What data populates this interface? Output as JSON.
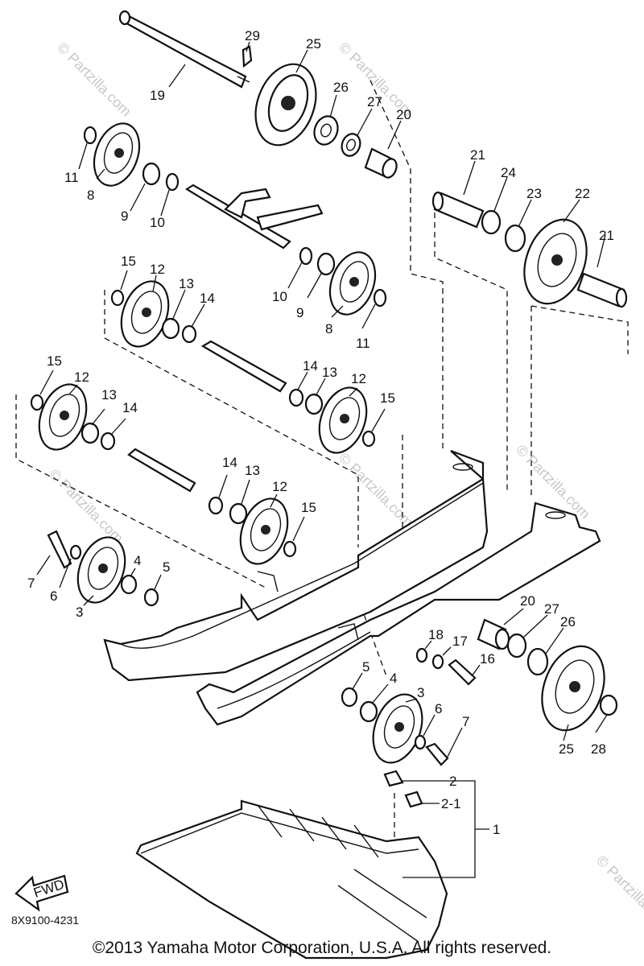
{
  "diagram": {
    "watermark": "© Partzilla.com",
    "fwd_label": "FWD",
    "drawing_code": "8X9100-4231",
    "copyright": "©2013 Yamaha Motor Corporation, U.S.A. All rights reserved.",
    "callouts": {
      "n1": "1",
      "n2": "2",
      "n2_1": "2-1",
      "n3a": "3",
      "n3b": "3",
      "n4a": "4",
      "n4b": "4",
      "n5a": "5",
      "n5b": "5",
      "n6a": "6",
      "n6b": "6",
      "n7a": "7",
      "n7b": "7",
      "n8a": "8",
      "n8b": "8",
      "n9a": "9",
      "n9b": "9",
      "n10a": "10",
      "n10b": "10",
      "n11a": "11",
      "n11b": "11",
      "n12a": "12",
      "n12b": "12",
      "n12c": "12",
      "n12d": "12",
      "n13a": "13",
      "n13b": "13",
      "n13c": "13",
      "n13d": "13",
      "n14a": "14",
      "n14b": "14",
      "n14c": "14",
      "n14d": "14",
      "n15a": "15",
      "n15b": "15",
      "n15c": "15",
      "n15d": "15",
      "n16": "16",
      "n17": "17",
      "n18": "18",
      "n19": "19",
      "n20a": "20",
      "n20b": "20",
      "n21a": "21",
      "n21b": "21",
      "n22": "22",
      "n23": "23",
      "n24": "24",
      "n25a": "25",
      "n25b": "25",
      "n26a": "26",
      "n26b": "26",
      "n27a": "27",
      "n27b": "27",
      "n28": "28",
      "n29": "29"
    }
  }
}
